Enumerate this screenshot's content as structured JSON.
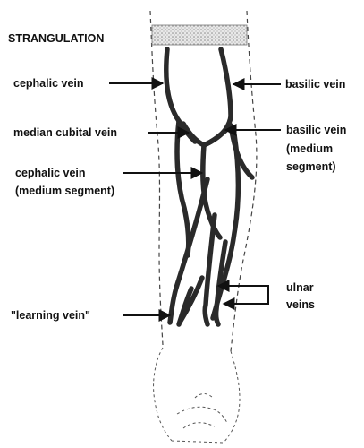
{
  "labels": {
    "strangulation": "STRANGULATION",
    "cephalic_vein": "cephalic vein",
    "basilic_vein": "basilic vein",
    "median_cubital_vein": "median cubital vein",
    "basilic_vein_medium_line1": "basilic vein",
    "basilic_vein_medium_line2": "(medium",
    "basilic_vein_medium_line3": "segment)",
    "cephalic_vein_medium_line1": "cephalic vein",
    "cephalic_vein_medium_line2": "(medium segment)",
    "ulnar_veins_line1": "ulnar",
    "ulnar_veins_line2": "veins",
    "learning_vein": "\"learning vein\""
  },
  "colors": {
    "vein": "#2a2a2a",
    "tourniquet": "#cfcfcf",
    "ink": "#111111"
  }
}
